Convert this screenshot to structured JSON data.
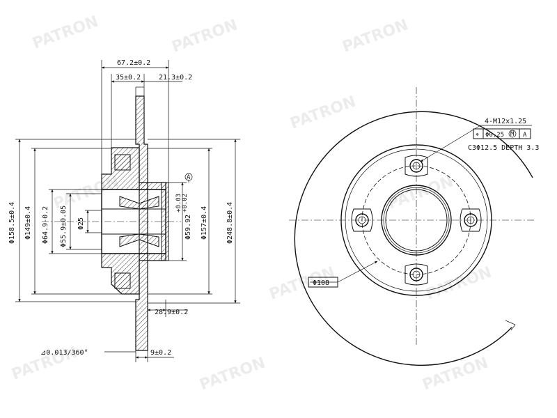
{
  "watermark": {
    "text": "PATRON"
  },
  "side_view": {
    "dims": {
      "overall_width": "67.2±0.2",
      "hub_offset": "35±0.2",
      "flange_offset": "21.3±0.2",
      "outer_diameter": "Φ158.5±0.4",
      "d149": "Φ149±0.4",
      "d64": "Φ64.9-0.2",
      "d55": "Φ55.9±0.05",
      "d25": "Φ25",
      "d59": "Φ59.92",
      "d59_tol_upper": "+0.03",
      "d59_tol_lower": "+0.02",
      "d157": "Φ157±0.4",
      "d248": "Φ248.8±0.4",
      "depth_28": "28.9±0.2",
      "thickness_9": "9±0.2",
      "runout": "⊿0.013/360°",
      "datum": "A"
    }
  },
  "front_view": {
    "bolt_spec": "4-M12x1.25",
    "tolerance_frame": {
      "symbol": "⌖",
      "value": "Φ0.25",
      "modifier": "M",
      "datum": "A"
    },
    "counterbore": "C3Φ12.5 DEPTH 3.3",
    "pcd": "Φ108"
  }
}
